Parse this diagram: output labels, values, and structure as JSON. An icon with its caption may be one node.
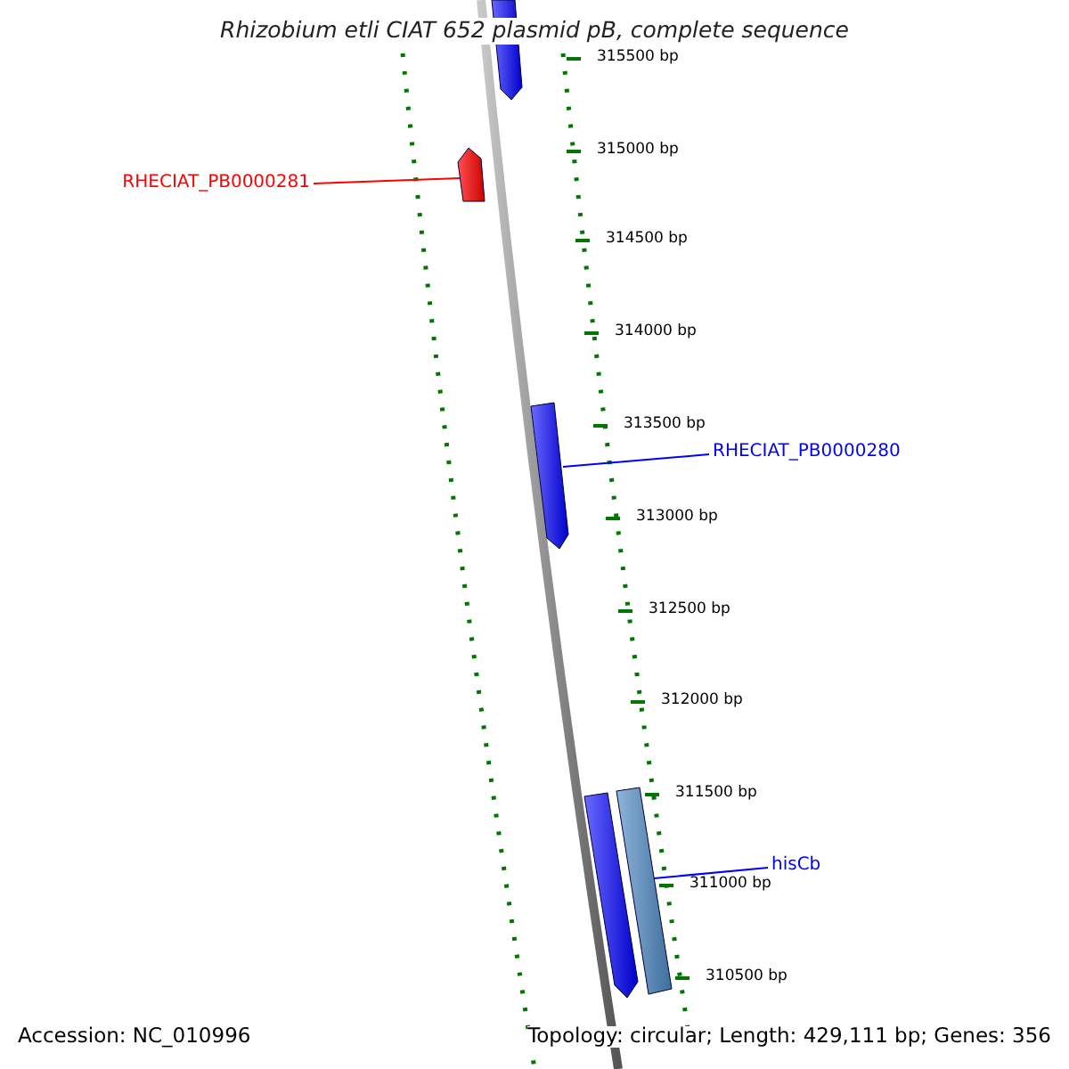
{
  "diagram": {
    "title": "Rhizobium etli CIAT 652 plasmid pB, complete sequence",
    "nodes": [
      {
        "text": [],
        "shape": "bar"
      },
      {
        "text": [
          "RHECIAT_PB0000281"
        ]
      },
      {
        "text": [],
        "shape": "bar"
      },
      {
        "text": [],
        "shape": "bar"
      },
      {
        "text": [
          "RHECIAT_PB0000280"
        ]
      },
      {
        "text": [],
        "shape": "bar"
      },
      {
        "text": [],
        "shape": "bar"
      },
      {
        "text": [
          "hisCb"
        ]
      }
    ],
    "edges": [
      {
        "from": 1,
        "to": 2,
        "arrow": "none",
        "color": "#ff0000"
      },
      {
        "from": 4,
        "to": 3,
        "arrow": "none"
      },
      {
        "from": 7,
        "to": 6,
        "arrow": "none"
      }
    ],
    "labels": [
      "315500 bp",
      "315000 bp",
      "314500 bp",
      "314000 bp",
      "313500 bp",
      "313000 bp",
      "312500 bp",
      "312000 bp",
      "311500 bp",
      "311000 bp",
      "310500 bp",
      "Accession: NC_010996",
      "Topology: circular; Length: 429,111 bp; Genes: 356"
    ]
  }
}
